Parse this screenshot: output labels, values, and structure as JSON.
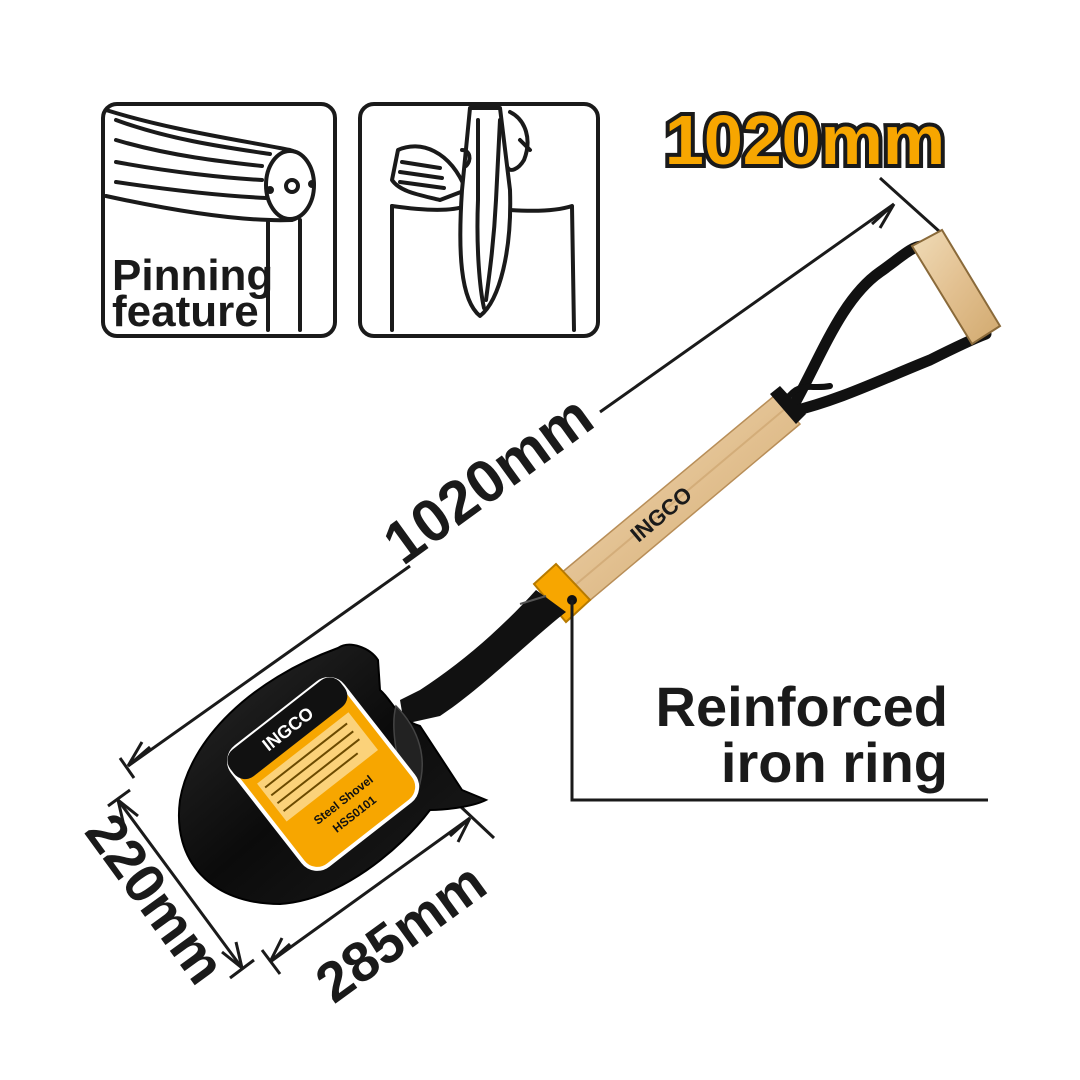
{
  "header": {
    "length_badge": "1020mm"
  },
  "insets": {
    "pinning": {
      "caption_line1": "Pinning",
      "caption_line2": "feature"
    }
  },
  "dimensions": {
    "length": "1020mm",
    "blade_width": "220mm",
    "blade_length": "285mm"
  },
  "callout": {
    "line1": "Reinforced",
    "line2": "iron ring"
  },
  "product": {
    "brand": "INGCO",
    "label_brand": "INGCO",
    "label_title": "Steel Shovel",
    "label_code": "HSS0101"
  },
  "colors": {
    "accent": "#f7a600",
    "blade": "#0d0d0d",
    "wood": "#e6c89a",
    "outline": "#1a1a1a"
  }
}
